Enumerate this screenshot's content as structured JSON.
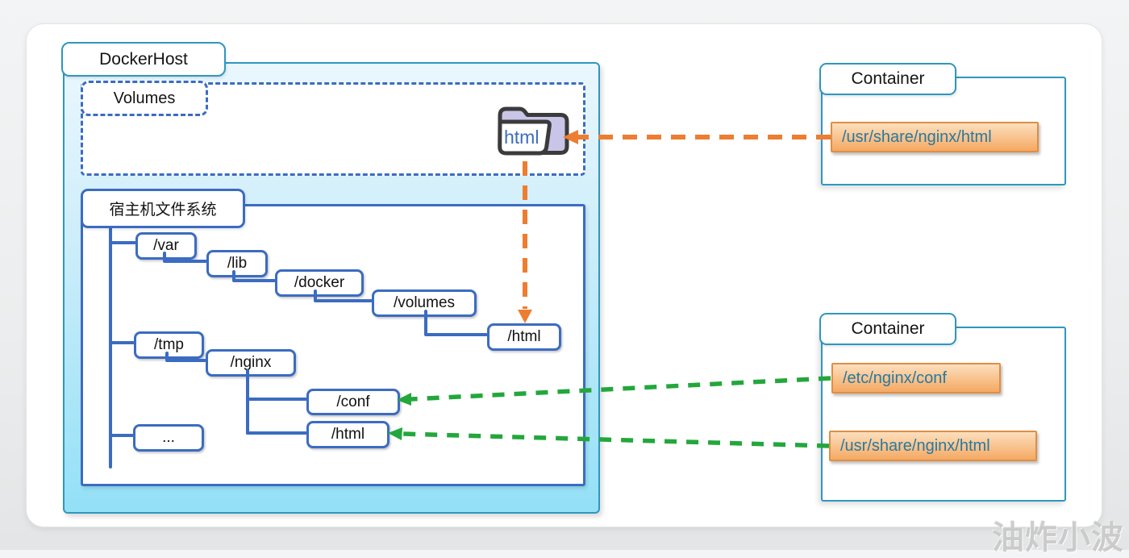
{
  "watermark": "油炸小波",
  "colors": {
    "teal": "#2F97BE",
    "blue": "#3B6CC1",
    "orange": "#ED7D31",
    "green": "#23A73C",
    "orange_box_border": "#E08E43",
    "orange_box_top": "#FCDFBD",
    "orange_box_bottom": "#F5A963",
    "path_text": "#28799F",
    "host_fill_top": "#EAF7FD",
    "host_fill_mid": "#CBEDFA",
    "host_fill_bottom": "#93E0F7",
    "folder_flap": "#C9C5E8",
    "folder_outline": "#3B3B3B",
    "node_text": "#111111",
    "watermark_color": "#C9C9C9"
  },
  "docker_host": {
    "title": "DockerHost",
    "volumes": {
      "title": "Volumes",
      "folder": {
        "label": "html"
      }
    },
    "filesystem": {
      "title": "宿主机文件系统",
      "nodes": {
        "var": "/var",
        "lib": "/lib",
        "docker": "/docker",
        "volumes": "/volumes",
        "volumes_html": "/html",
        "tmp": "/tmp",
        "nginx": "/nginx",
        "nginx_conf": "/conf",
        "nginx_html": "/html",
        "more": "..."
      }
    }
  },
  "containers": {
    "top": {
      "title": "Container",
      "paths": {
        "html": "/usr/share/nginx/html"
      }
    },
    "bottom": {
      "title": "Container",
      "paths": {
        "conf": "/etc/nginx/conf",
        "html": "/usr/share/nginx/html"
      }
    }
  }
}
